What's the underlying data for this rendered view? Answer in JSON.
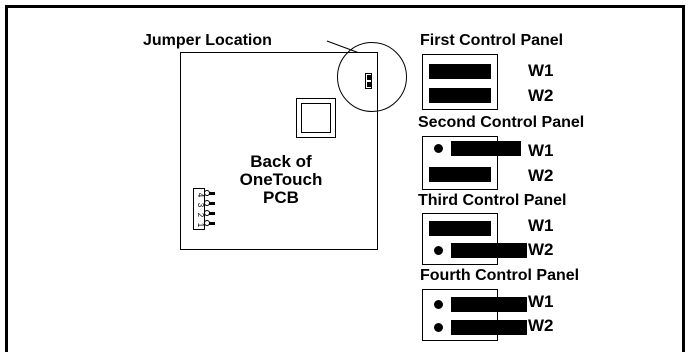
{
  "callout": {
    "jumper_location": "Jumper Location"
  },
  "pcb": {
    "label_lines": [
      "Back of",
      "OneTouch",
      "PCB"
    ],
    "connector_pins": [
      "4",
      "3",
      "2",
      "1"
    ]
  },
  "panels": [
    {
      "title": "First Control Panel",
      "w1": "W1",
      "w2": "W2"
    },
    {
      "title": "Second Control Panel",
      "w1": "W1",
      "w2": "W2"
    },
    {
      "title": "Third Control Panel",
      "w1": "W1",
      "w2": "W2"
    },
    {
      "title": "Fourth Control Panel",
      "w1": "W1",
      "w2": "W2"
    }
  ]
}
